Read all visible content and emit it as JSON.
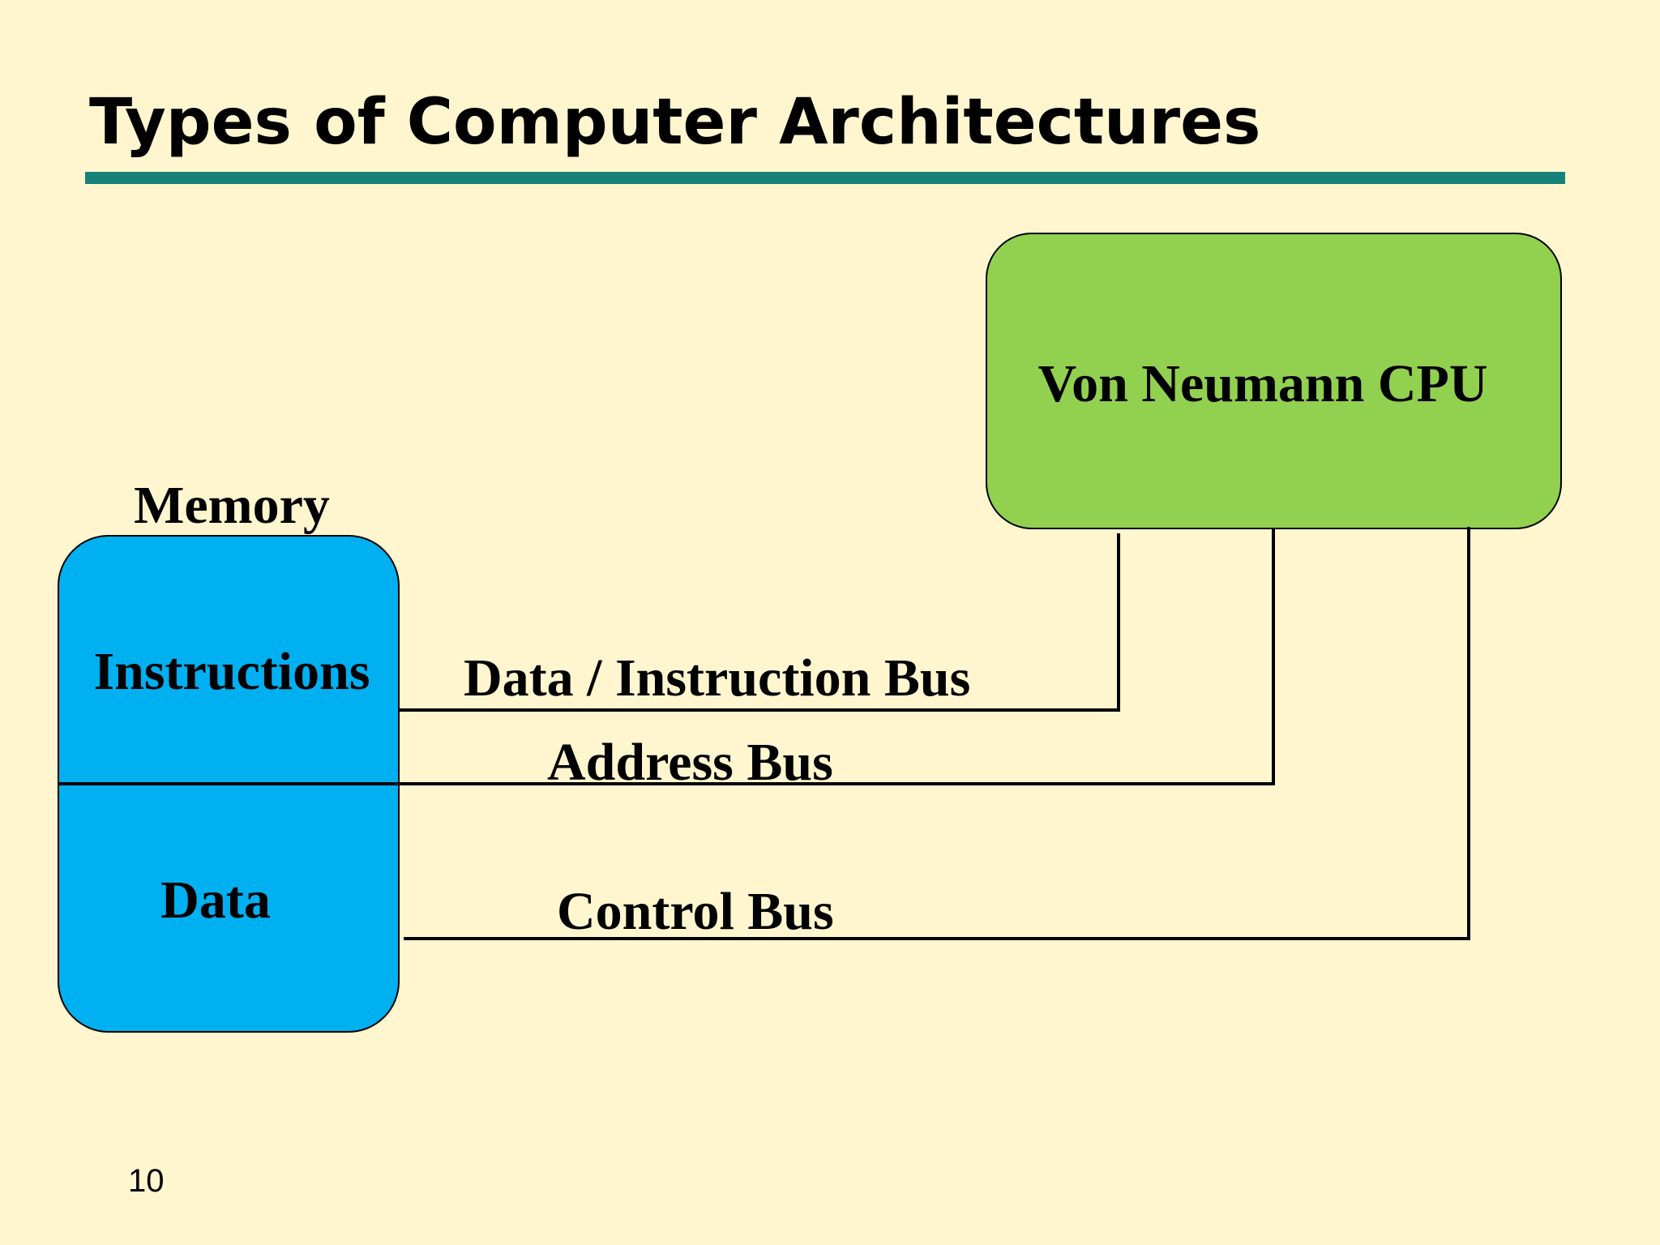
{
  "slide": {
    "title": "Types of Computer Architectures",
    "page_number": "10"
  },
  "diagram": {
    "cpu": {
      "label": "Von Neumann CPU",
      "fill_color": "#92D050"
    },
    "memory": {
      "label": "Memory",
      "fill_color": "#00B0F0",
      "sections": {
        "instructions": "Instructions",
        "data": "Data"
      }
    },
    "buses": {
      "data_instruction": "Data / Instruction Bus",
      "address": "Address Bus",
      "control": "Control Bus"
    }
  },
  "colors": {
    "background": "#FFF6CF",
    "title_rule": "#16827A",
    "line": "#000000"
  }
}
